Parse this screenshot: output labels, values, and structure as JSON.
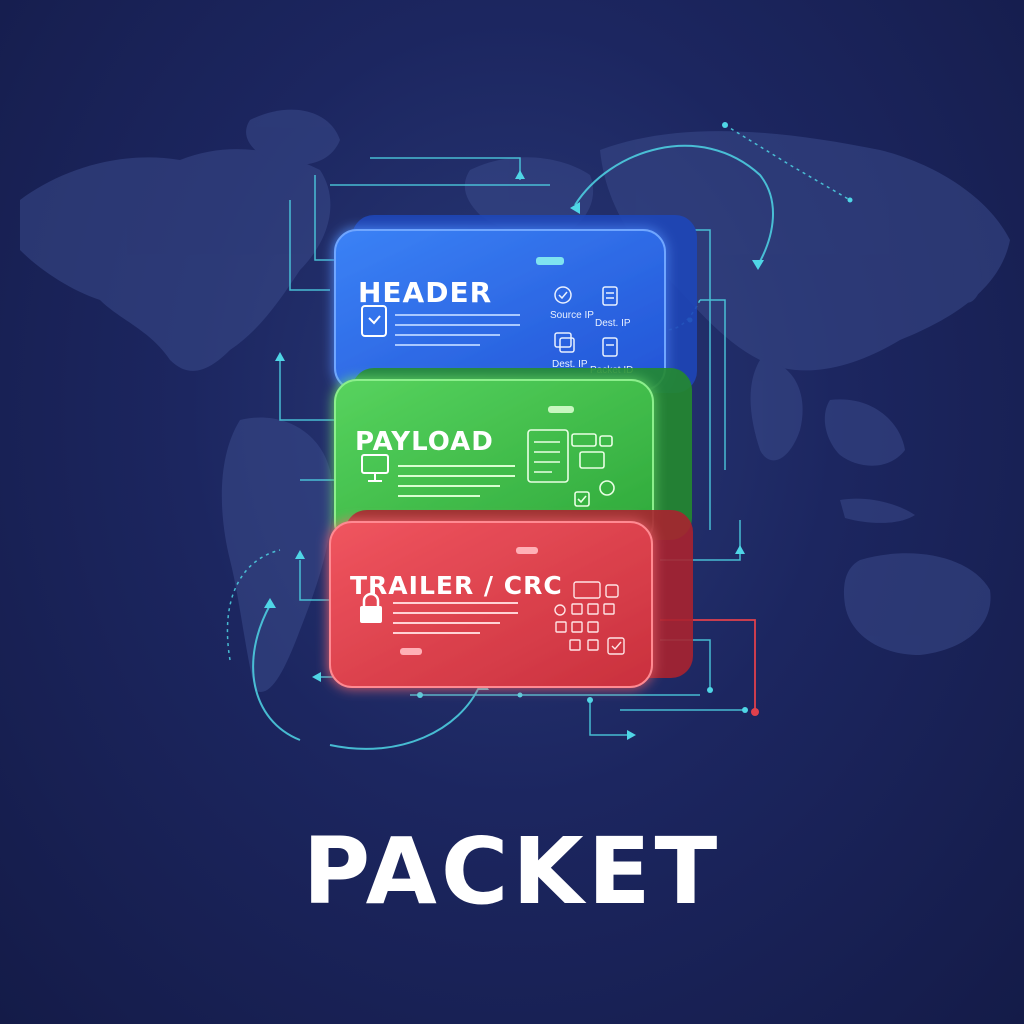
{
  "title": "PACKET",
  "colors": {
    "header": "#2f6fe8",
    "payload": "#3dbb4a",
    "trailer": "#e0404c",
    "accent_line": "#4fd6e6"
  },
  "layers": [
    {
      "key": "header",
      "label": "HEADER",
      "icon": "document-icon"
    },
    {
      "key": "payload",
      "label": "PAYLOAD",
      "icon": "monitor-icon"
    },
    {
      "key": "trailer",
      "label": "TRAILER / CRC",
      "icon": "lock-icon"
    }
  ],
  "header_fields": {
    "source_ip": "Source IP",
    "dest_ip_top": "Dest. IP",
    "dest_ip": "Dest. IP",
    "packet_id": "Packet ID"
  }
}
